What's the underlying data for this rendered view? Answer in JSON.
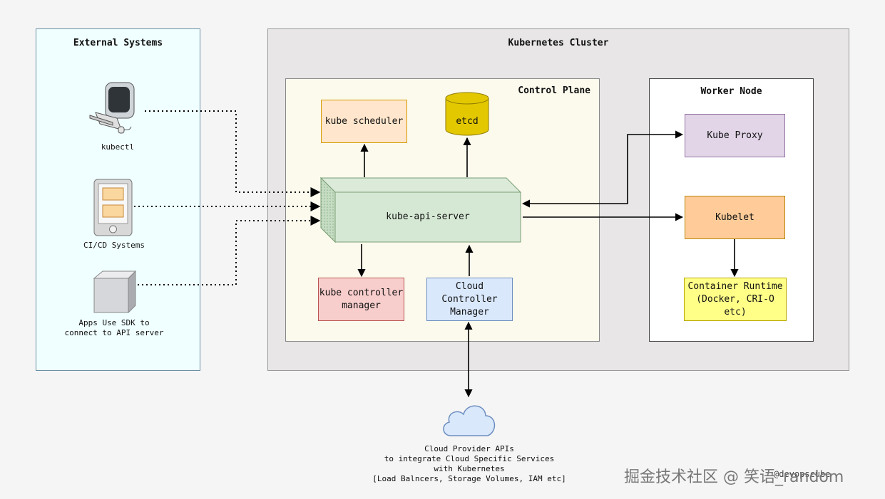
{
  "external": {
    "title": "External Systems",
    "kubectl": "kubectl",
    "cicd": "CI/CD Systems",
    "sdk_line1": "Apps Use SDK to",
    "sdk_line2": "connect to API server"
  },
  "cluster": {
    "title": "Kubernetes Cluster"
  },
  "control_plane": {
    "title": "Control Plane",
    "scheduler": "kube scheduler",
    "etcd": "etcd",
    "api_server": "kube-api-server",
    "controller_manager_line1": "kube controller",
    "controller_manager_line2": "manager",
    "cloud_controller_line1": "Cloud Controller",
    "cloud_controller_line2": "Manager"
  },
  "worker": {
    "title": "Worker Node",
    "proxy": "Kube Proxy",
    "kubelet": "Kubelet",
    "runtime_line1": "Container Runtime",
    "runtime_line2": "(Docker, CRI-O etc)"
  },
  "cloud": {
    "line1": "Cloud Provider APIs",
    "line2": "to integrate Cloud Specific Services",
    "line3": "with Kubernetes",
    "line4": "[Load Balncers, Storage Volumes, IAM etc]"
  },
  "watermark": {
    "credit": "@devopscube",
    "site": "掘金技术社区 @ 笑语_random"
  },
  "colors": {
    "external_bg": "#f0ffff",
    "cluster_bg": "#e8e6e6",
    "control_bg": "#fcfaed",
    "scheduler": "#ffe6cc",
    "etcd": "#e3c800",
    "api": "#d5e8d4",
    "kcm": "#f8cecc",
    "ccm": "#dae8fc",
    "proxy": "#e1d5e7",
    "kubelet": "#ffcc99",
    "runtime": "#ffff88"
  }
}
